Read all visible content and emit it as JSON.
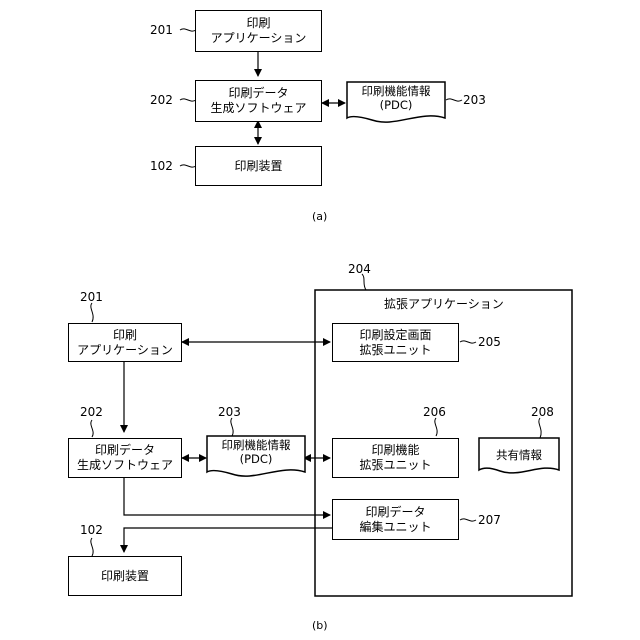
{
  "figure_a": {
    "caption": "(a)",
    "boxes": {
      "app": {
        "ref": "201",
        "line1": "印刷",
        "line2": "アプリケーション"
      },
      "gen": {
        "ref": "202",
        "line1": "印刷データ",
        "line2": "生成ソフトウェア"
      },
      "pdc": {
        "ref": "203",
        "line1": "印刷機能情報",
        "line2": "(PDC)"
      },
      "device": {
        "ref": "102",
        "line1": "印刷装置"
      }
    }
  },
  "figure_b": {
    "caption": "(b)",
    "extension": {
      "ref": "204",
      "title": "拡張アプリケーション"
    },
    "boxes": {
      "app": {
        "ref": "201",
        "line1": "印刷",
        "line2": "アプリケーション"
      },
      "gen": {
        "ref": "202",
        "line1": "印刷データ",
        "line2": "生成ソフトウェア"
      },
      "pdc": {
        "ref": "203",
        "line1": "印刷機能情報",
        "line2": "(PDC)"
      },
      "device": {
        "ref": "102",
        "line1": "印刷装置"
      },
      "screen_ext": {
        "ref": "205",
        "line1": "印刷設定画面",
        "line2": "拡張ユニット"
      },
      "func_ext": {
        "ref": "206",
        "line1": "印刷機能",
        "line2": "拡張ユニット"
      },
      "edit": {
        "ref": "207",
        "line1": "印刷データ",
        "line2": "編集ユニット"
      },
      "shared": {
        "ref": "208",
        "line1": "共有情報"
      }
    }
  }
}
